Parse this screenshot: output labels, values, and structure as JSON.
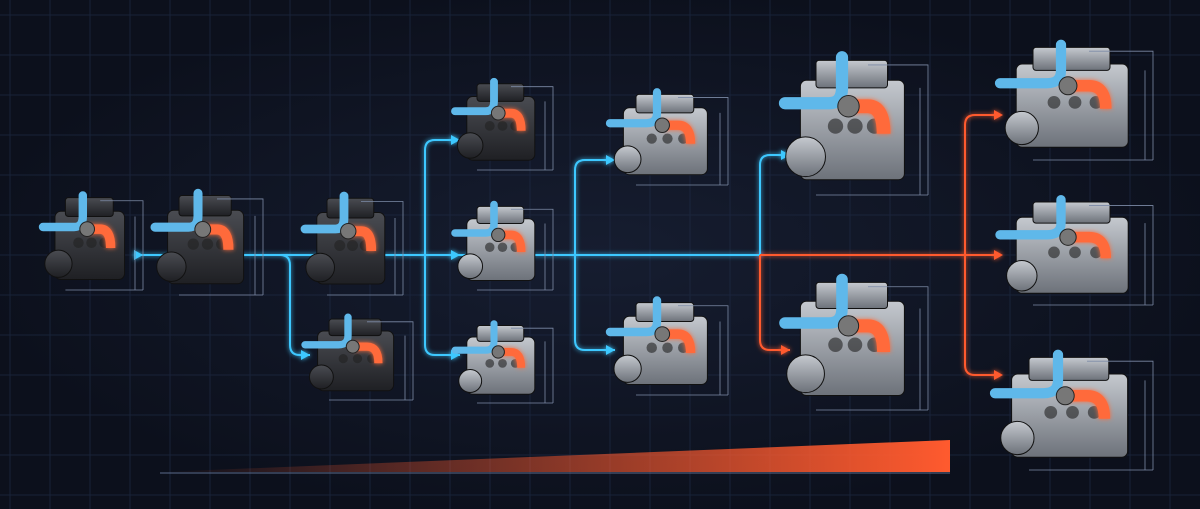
{
  "colors": {
    "background": "#0d1220",
    "grid": "#1e2a44",
    "flow_blue": "#3ec8ff",
    "flow_orange": "#ff5a2e",
    "intake_blue": "#5fb8ea",
    "exhaust_orange": "#ff6a3a",
    "engine_dark": "#2e3036",
    "engine_silver": "#9aa0a8"
  },
  "engines": [
    {
      "id": "e1",
      "finish": "dark"
    },
    {
      "id": "e2",
      "finish": "dark"
    },
    {
      "id": "e3",
      "finish": "dark"
    },
    {
      "id": "e4",
      "finish": "dark"
    },
    {
      "id": "e5",
      "finish": "dark"
    },
    {
      "id": "e6",
      "finish": "silver"
    },
    {
      "id": "e7",
      "finish": "silver"
    },
    {
      "id": "e8",
      "finish": "silver"
    },
    {
      "id": "e9",
      "finish": "silver"
    },
    {
      "id": "e10",
      "finish": "silver"
    },
    {
      "id": "e11",
      "finish": "silver"
    },
    {
      "id": "e12",
      "finish": "silver"
    },
    {
      "id": "e13",
      "finish": "silver"
    },
    {
      "id": "e14",
      "finish": "silver"
    }
  ],
  "timeline_wedge": {
    "color": "#ff5a2e",
    "direction": "increasing"
  }
}
